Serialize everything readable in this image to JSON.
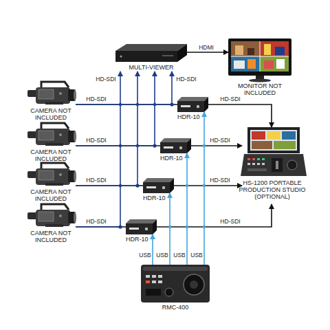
{
  "diagram": {
    "nodes": [
      {
        "text": [
          "MULTI-VIEWER"
        ]
      },
      {
        "text": [
          "MONITOR NOT INCLUDED"
        ]
      },
      {
        "text": [
          "CAMERA NOT INCLUDED"
        ]
      },
      {
        "text": [
          "HDR-10"
        ]
      },
      {
        "text": [
          "CAMERA NOT INCLUDED"
        ]
      },
      {
        "text": [
          "HDR-10"
        ]
      },
      {
        "text": [
          "CAMERA NOT INCLUDED"
        ]
      },
      {
        "text": [
          "HDR-10"
        ]
      },
      {
        "text": [
          "CAMERA NOT INCLUDED"
        ]
      },
      {
        "text": [
          "HDR-10"
        ]
      },
      {
        "text": [
          "HS-1200 PORTABLE PRODUCTION STUDIO (OPTIONAL)"
        ]
      },
      {
        "text": [
          "RMC-400"
        ]
      }
    ],
    "edges": [
      {
        "from": 0,
        "to": 1,
        "label": "HDMI",
        "arrow": "to"
      },
      {
        "from": 2,
        "to": 3,
        "label": "HD-SDI",
        "arrow": "none"
      },
      {
        "from": 4,
        "to": 5,
        "label": "HD-SDI",
        "arrow": "none"
      },
      {
        "from": 6,
        "to": 7,
        "label": "HD-SDI",
        "arrow": "none"
      },
      {
        "from": 8,
        "to": 9,
        "label": "HD-SDI",
        "arrow": "none"
      },
      {
        "from": 3,
        "to": 10,
        "label": "HD-SDI",
        "arrow": "to"
      },
      {
        "from": 5,
        "to": 10,
        "label": "HD-SDI",
        "arrow": "to"
      },
      {
        "from": 7,
        "to": 10,
        "label": "HD-SDI",
        "arrow": "to"
      },
      {
        "from": 9,
        "to": 10,
        "label": "HD-SDI",
        "arrow": "to"
      },
      {
        "from": 2,
        "to": 0,
        "label": "HD-SDI",
        "arrow": "to"
      },
      {
        "from": 4,
        "to": 0,
        "arrow": "to"
      },
      {
        "from": 6,
        "to": 0,
        "arrow": "to"
      },
      {
        "from": 8,
        "to": 0,
        "label": "HD-SDI",
        "arrow": "to"
      },
      {
        "from": 11,
        "to": 3,
        "label": "USB",
        "arrow": "to"
      },
      {
        "from": 11,
        "to": 5,
        "label": "USB",
        "arrow": "to"
      },
      {
        "from": 11,
        "to": 7,
        "label": "USB",
        "arrow": "to"
      },
      {
        "from": 11,
        "to": 9,
        "label": "USB",
        "arrow": "to"
      }
    ]
  }
}
